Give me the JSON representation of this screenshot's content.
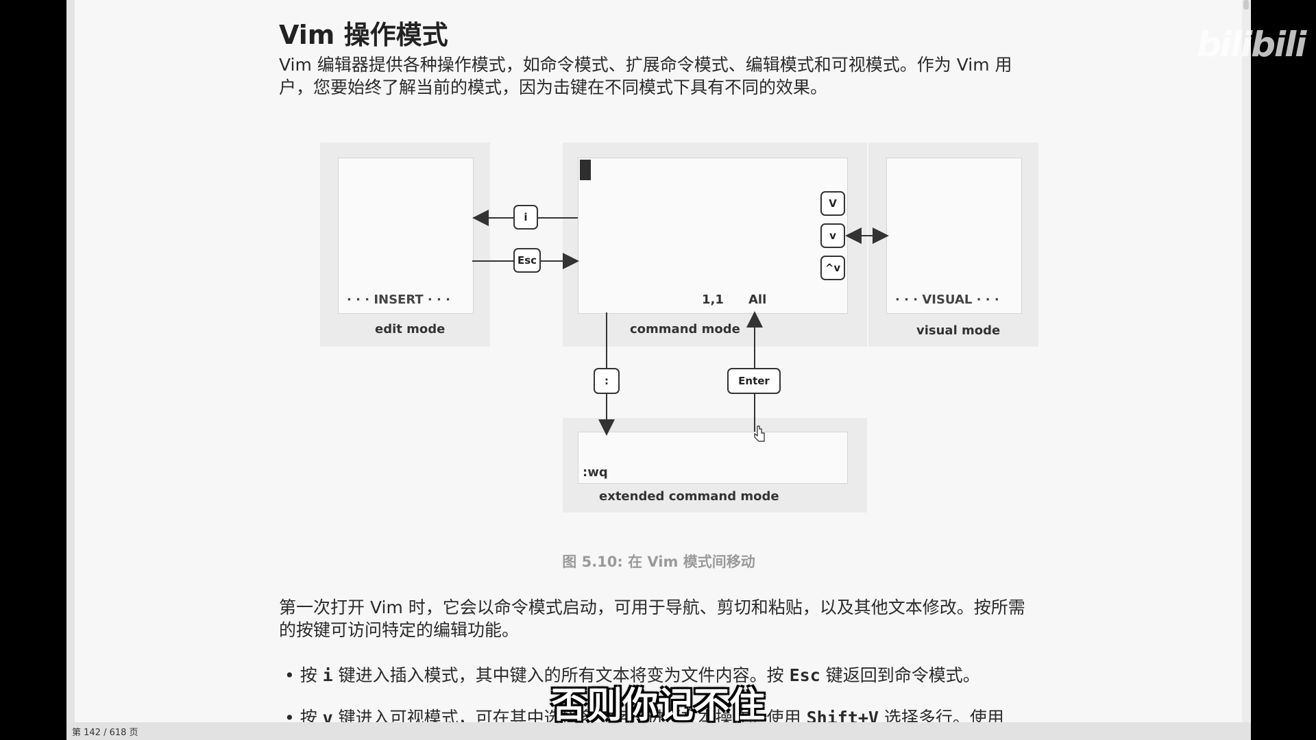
{
  "doc": {
    "heading": "Vim 操作模式",
    "intro_line1": "Vim 编辑器提供各种操作模式，如命令模式、扩展命令模式、编辑模式和可视模式。作为 Vim 用",
    "intro_line2": "户，您要始终了解当前的模式，因为击键在不同模式下具有不同的效果。",
    "figure": {
      "edit_box_text": "· · · INSERT · · ·",
      "edit_label": "edit mode",
      "command_pos": "1,1",
      "command_all": "All",
      "command_label": "command mode",
      "visual_box_text": "· · · VISUAL · · ·",
      "visual_label": "visual mode",
      "extended_text": ":wq",
      "extended_label": "extended command mode",
      "keys": {
        "i": "i",
        "esc": "Esc",
        "v_upper": "V",
        "v_lower": "v",
        "ctrl_v": "^v",
        "colon": ":",
        "enter": "Enter"
      },
      "caption": "图 5.10: 在 Vim 模式间移动"
    },
    "para2_line1": "第一次打开 Vim 时，它会以命令模式启动，可用于导航、剪切和粘贴，以及其他文本修改。按所需",
    "para2_line2": "的按键可访问特定的编辑功能。",
    "bullet1": {
      "a": "• 按 ",
      "key1": "i",
      "b": " 键进入插入模式，其中键入的所有文本将变为文件内容。按 ",
      "key2": "Esc",
      "c": " 键返回到命令模式。"
    },
    "bullet2": {
      "a": "• 按 ",
      "key1": "v",
      "b": " 键进入可视模式，可在其中选择多个字符进行文本操作。使用 ",
      "key2": "Shift+V",
      "c": " 选择多行。使用"
    }
  },
  "subtitle": "否则你记不住",
  "status": {
    "page_indicator": "第 142 / 618 页"
  },
  "watermark": "bilibili"
}
